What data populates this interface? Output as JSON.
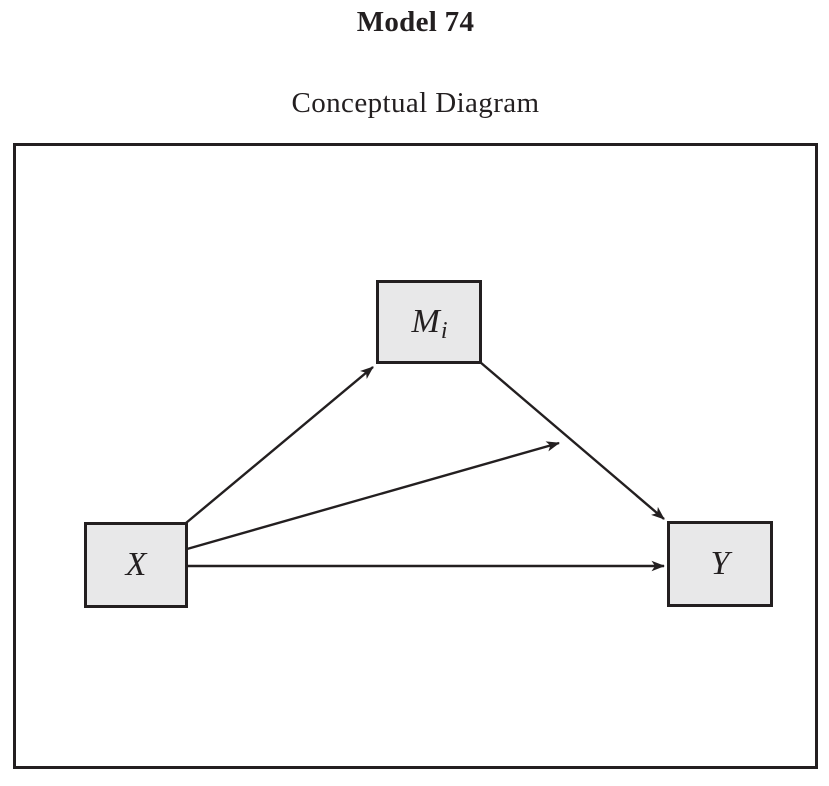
{
  "page": {
    "title": "Model 74",
    "subtitle": "Conceptual Diagram"
  },
  "diagram": {
    "nodes": [
      {
        "id": "X",
        "label": "X"
      },
      {
        "id": "M",
        "label_main": "M",
        "label_sub": "i"
      },
      {
        "id": "Y",
        "label": "Y"
      }
    ],
    "edges": [
      {
        "from": "X",
        "to": "M"
      },
      {
        "from": "M",
        "to": "Y"
      },
      {
        "from": "X",
        "to": "Y"
      },
      {
        "from": "X",
        "to": "path M-to-Y (moderation)"
      }
    ],
    "colors": {
      "node_fill": "#e8e8e9",
      "stroke": "#231f20",
      "background": "#ffffff"
    }
  }
}
